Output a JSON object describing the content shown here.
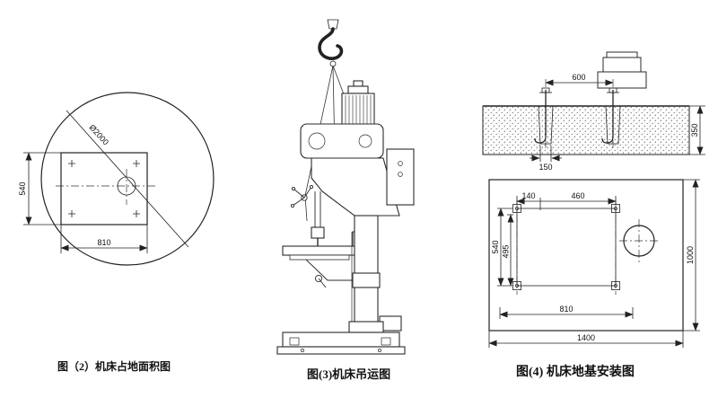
{
  "fig2": {
    "caption": "图（2）机床占地面积图",
    "dia": "Ø2000",
    "h": "540",
    "w": "810"
  },
  "fig3": {
    "caption": "图(3)机床吊运图"
  },
  "fig4": {
    "caption": "图(4) 机床地基安装图",
    "bolt_span": "600",
    "pocket": "150",
    "depth": "350",
    "d140": "140",
    "d460": "460",
    "d540": "540",
    "d495": "495",
    "d810": "810",
    "d1400": "1400",
    "d1000": "1000"
  }
}
